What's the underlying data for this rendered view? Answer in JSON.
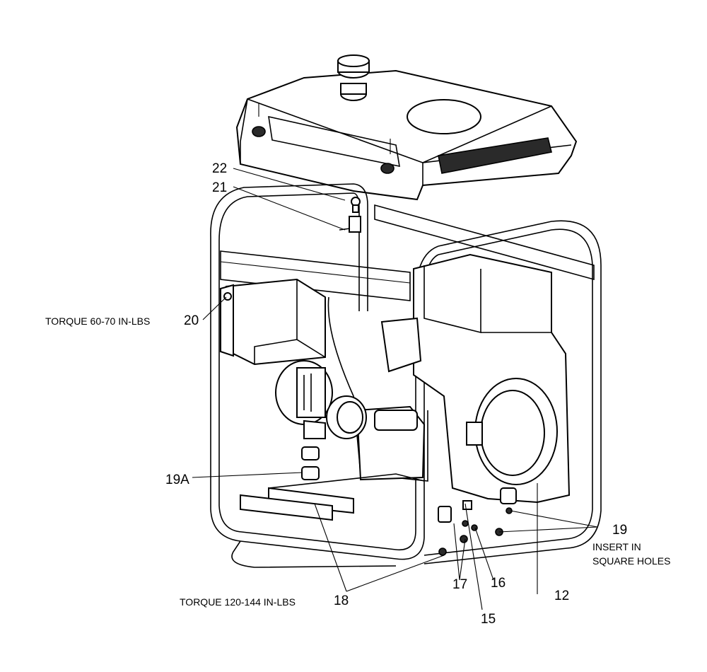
{
  "diagram": {
    "callouts": {
      "c12": "12",
      "c15": "15",
      "c16": "16",
      "c17": "17",
      "c18": "18",
      "c19": "19",
      "c19a": "19A",
      "c20": "20",
      "c21": "21",
      "c22": "22"
    },
    "notes": {
      "torque_20": "TORQUE 60-70 IN-LBS",
      "torque_18": "TORQUE 120-144 IN-LBS",
      "insert_line1": "INSERT IN",
      "insert_line2": "SQUARE HOLES"
    }
  }
}
